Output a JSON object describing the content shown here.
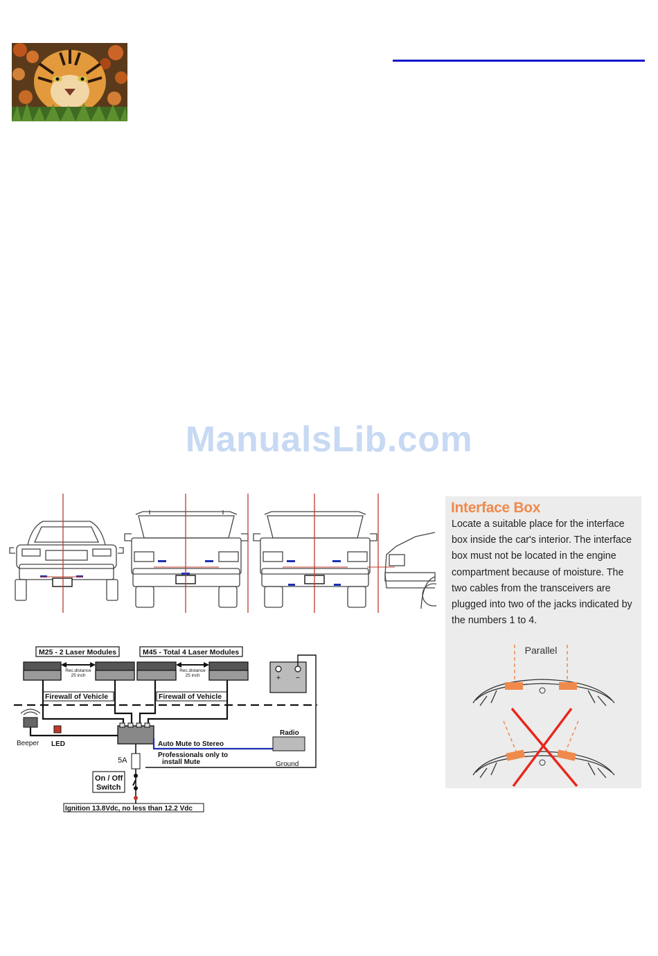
{
  "watermark": "ManualsLib.com",
  "interface_box": {
    "title": "Interface Box",
    "body": "Locate a suitable place for the interface box inside the car's interior. The interface box must not be located in the engine compartment because of moisture. The two cables from the transceivers are plugged into two of the jacks indicated by the numbers 1 to 4.",
    "parallel_label": "Parallel"
  },
  "wiring": {
    "m25_label": "M25 - 2 Laser Modules",
    "m45_label": "M45 - Total 4 Laser Modules",
    "rec_distance_line1": "Rec.distance",
    "rec_distance_line2": "25 inch",
    "firewall_label": "Firewall of Vehicle",
    "beeper": "Beeper",
    "led": "LED",
    "fuse": "5A",
    "auto_mute": "Auto Mute to Stereo",
    "professionals_line1": "Professionals only to",
    "professionals_line2": "install Mute",
    "radio": "Radio",
    "ground": "Ground",
    "switch_line1": "On / Off",
    "switch_line2": "Switch",
    "ignition": "Ignition 13.8Vdc, no less than 12.2 Vdc",
    "battery_plus": "+",
    "battery_minus": "−"
  },
  "colors": {
    "accent_orange": "#ef8a4c",
    "red_line": "#c0392b",
    "blue_module": "#1a2fb0",
    "top_rule": "#1010c8",
    "watermark": "#c7d9f3"
  }
}
